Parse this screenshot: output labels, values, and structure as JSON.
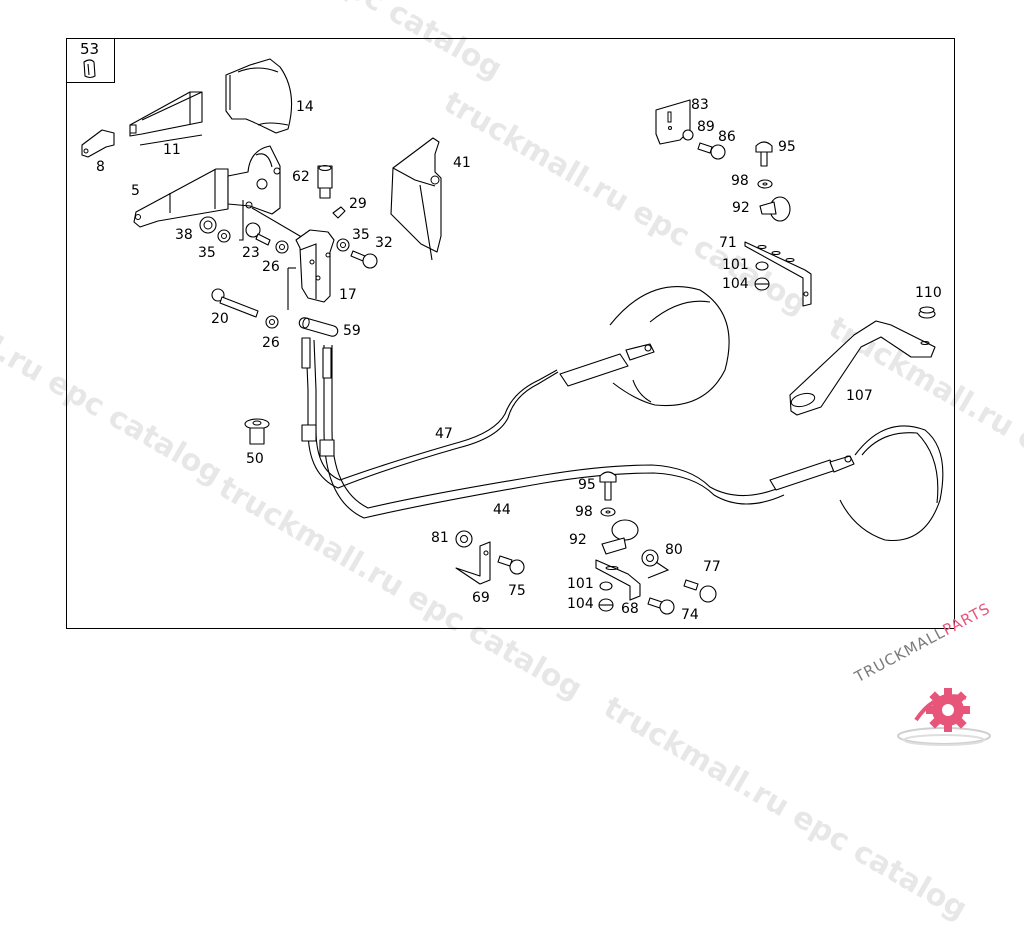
{
  "diagram": {
    "title_box_number": "53",
    "parts": [
      {
        "id": "5",
        "label": "5"
      },
      {
        "id": "8",
        "label": "8"
      },
      {
        "id": "11",
        "label": "11"
      },
      {
        "id": "14",
        "label": "14"
      },
      {
        "id": "17",
        "label": "17"
      },
      {
        "id": "20",
        "label": "20"
      },
      {
        "id": "23",
        "label": "23"
      },
      {
        "id": "26a",
        "label": "26"
      },
      {
        "id": "26b",
        "label": "26"
      },
      {
        "id": "29",
        "label": "29"
      },
      {
        "id": "32",
        "label": "32"
      },
      {
        "id": "35a",
        "label": "35"
      },
      {
        "id": "35b",
        "label": "35"
      },
      {
        "id": "38",
        "label": "38"
      },
      {
        "id": "41",
        "label": "41"
      },
      {
        "id": "44",
        "label": "44"
      },
      {
        "id": "47",
        "label": "47"
      },
      {
        "id": "50",
        "label": "50"
      },
      {
        "id": "59",
        "label": "59"
      },
      {
        "id": "62",
        "label": "62"
      },
      {
        "id": "68",
        "label": "68"
      },
      {
        "id": "69",
        "label": "69"
      },
      {
        "id": "71",
        "label": "71"
      },
      {
        "id": "74",
        "label": "74"
      },
      {
        "id": "75",
        "label": "75"
      },
      {
        "id": "77",
        "label": "77"
      },
      {
        "id": "80",
        "label": "80"
      },
      {
        "id": "81",
        "label": "81"
      },
      {
        "id": "83",
        "label": "83"
      },
      {
        "id": "86",
        "label": "86"
      },
      {
        "id": "89",
        "label": "89"
      },
      {
        "id": "92a",
        "label": "92"
      },
      {
        "id": "92b",
        "label": "92"
      },
      {
        "id": "95a",
        "label": "95"
      },
      {
        "id": "95b",
        "label": "95"
      },
      {
        "id": "98a",
        "label": "98"
      },
      {
        "id": "98b",
        "label": "98"
      },
      {
        "id": "101a",
        "label": "101"
      },
      {
        "id": "101b",
        "label": "101"
      },
      {
        "id": "104a",
        "label": "104"
      },
      {
        "id": "104b",
        "label": "104"
      },
      {
        "id": "107",
        "label": "107"
      },
      {
        "id": "110",
        "label": "110"
      }
    ]
  },
  "watermark": {
    "text": "truckmall.ru epc catalog"
  },
  "logo": {
    "text_dark": "TRUCKMALL",
    "text_accent": "PARTS",
    "accent_color": "#e8557a",
    "dark_color": "#7a7a7a"
  }
}
